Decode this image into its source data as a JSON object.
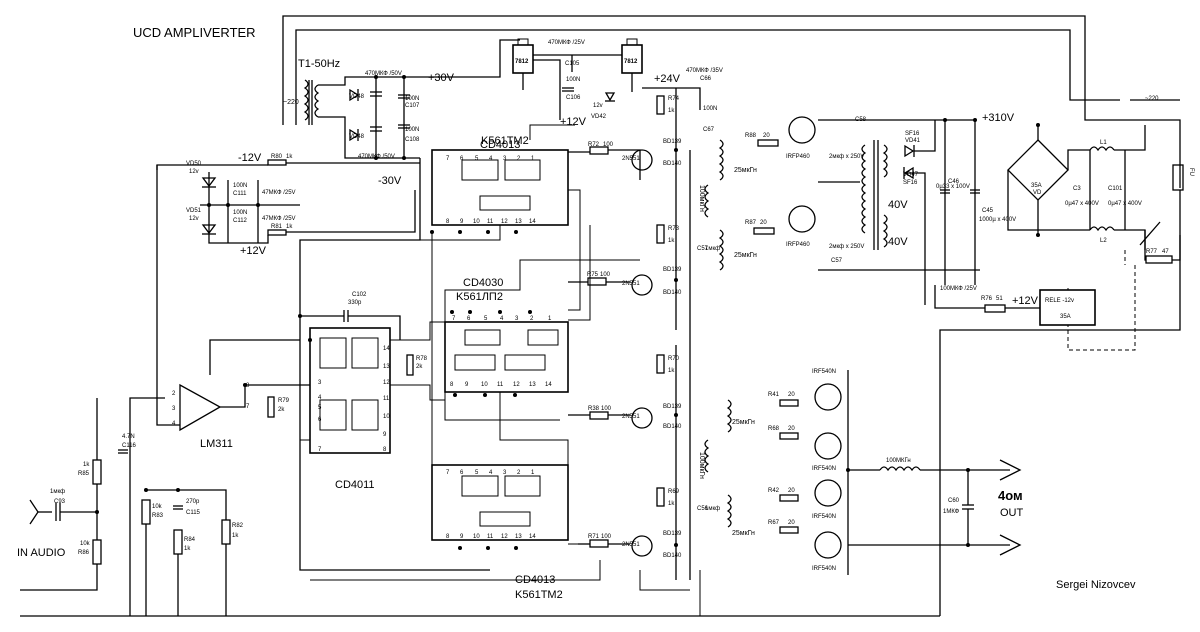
{
  "title": "UCD AMPLIVERTER",
  "author": "Sergei Nizovcev",
  "power": {
    "transformer": "T1-50Hz",
    "mains_left": "~220",
    "mains_right": "~220",
    "v_plus30": "+30V",
    "v_minus30": "-30V",
    "v_minus12": "-12V",
    "v_plus12a": "+12V",
    "v_plus12b": "+12V",
    "v_plus12c": "+12V",
    "v_plus24": "+24V",
    "v_plus310": "+310V",
    "reg1": "7812",
    "reg2": "7812",
    "c105": "C105",
    "c105_val": "470МКФ /25V",
    "c106": "C106",
    "c106_val": "100N",
    "c66_val": "470МКФ /35V",
    "c66": "C66",
    "c67": "C67",
    "c67_val": "100N",
    "c_in_val": "470МКФ /50V",
    "c_in2_val": "470МКФ /50V",
    "c107": "C107",
    "c108": "C108",
    "n100a": "100N",
    "n100b": "100N",
    "vd48a": "VD48",
    "vd48b": "VD48",
    "vd42": "VD42",
    "vd42_val": "12v",
    "vd50": "VD50",
    "vd51": "VD51",
    "z12a": "12v",
    "z12b": "12v",
    "r80": "R80",
    "r80_val": "1k",
    "r81": "R81",
    "r81_val": "1k",
    "c111": "C111",
    "c112": "C112",
    "c111_val": "100N",
    "c112_val": "100N",
    "c_m12": "47МКФ /25V",
    "c_p12": "47МКФ /25V",
    "c46": "C46",
    "c46_val": "0µ33 x 100V",
    "c45": "C45",
    "c45_val": "1000µ x 400V",
    "c3": "C3",
    "c3_val": "0µ47 x 400V",
    "c101": "C101",
    "c101_val": "0µ47 x 400V",
    "l1": "L1",
    "l2": "L2",
    "bridge": "35A",
    "bridge_vd": "VD",
    "fu": "FU",
    "r77": "R77",
    "r77_val": "47",
    "r76": "R76",
    "r76_val": "51",
    "rele": "RELE -12v",
    "rele_a": "35A",
    "c_rele": "100МКФ /25V"
  },
  "chips": {
    "u1_name": "CD4013",
    "u1_alt": "K561TM2",
    "u2_name": "CD4030",
    "u2_alt": "K561ЛП2",
    "u3_name": "CD4013",
    "u3_alt": "K561TM2",
    "u4_name": "CD4011",
    "comp": "LM311",
    "c102": "C102",
    "c102_val": "330p",
    "r78": "R78",
    "r78_val": "2k",
    "r79": "R79",
    "r79_val": "2k"
  },
  "input": {
    "label": "IN AUDIO",
    "c93": "C93",
    "c93_val": "1мкф",
    "r85": "R85",
    "r85_val": "1k",
    "r86": "R86",
    "r86_val": "10k",
    "c116": "C116",
    "c116_val": "4.7N",
    "r83": "R83",
    "r83_val": "10k",
    "c115": "C115",
    "c115_val": "270p",
    "r84": "R84",
    "r84_val": "1k",
    "r82": "R82",
    "r82_val": "1k"
  },
  "drivers": {
    "r72": "R72",
    "r75": "R75",
    "r38": "R38",
    "r71": "R71",
    "r_val": "100",
    "q_npn": "2N551",
    "bd139": "BD139",
    "bd140": "BD140",
    "r74": "R74",
    "r73": "R73",
    "r70": "R70",
    "r69": "R69",
    "r_1k": "1k",
    "c57": "C57",
    "c56": "C56",
    "c_1m": "1мкф",
    "tr1": "100мкГн",
    "tr2": "100мкГн"
  },
  "inverter": {
    "r88": "R88",
    "r87": "R87",
    "r20": "20",
    "irfp": "IRFP460",
    "gate": "25мкГн",
    "c58": "C58",
    "c57b": "C57",
    "c_250": "2мкф x 250V",
    "sf16a": "SF16",
    "sf16b": "SF16",
    "vd41": "VD41",
    "vd47": "VD47",
    "v40a": "40V",
    "v40b": "40V"
  },
  "output": {
    "r41": "R41",
    "r68": "R68",
    "r42": "R42",
    "r67": "R67",
    "irf": "IRF540N",
    "gate": "25мкГн",
    "choke": "100МКГн",
    "c60": "C60",
    "c60_val": "1МКФ",
    "load": "4ом",
    "out": "OUT"
  }
}
